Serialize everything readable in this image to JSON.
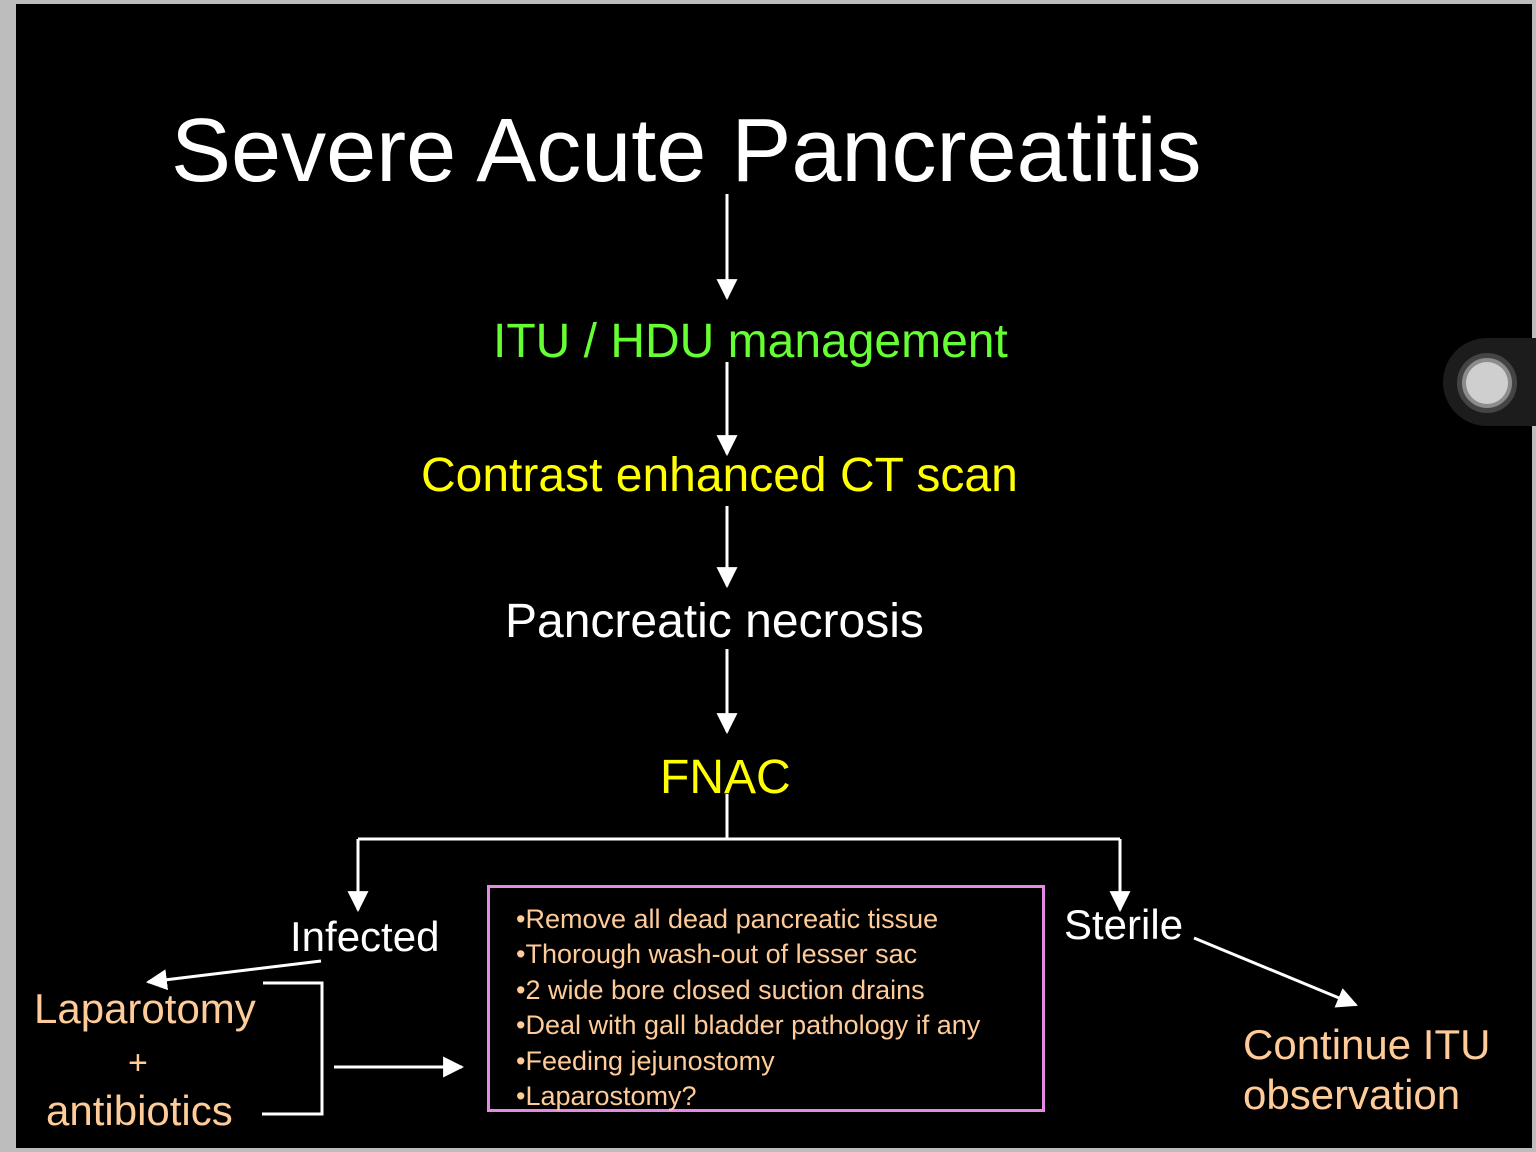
{
  "slide": {
    "title": "Severe Acute Pancreatitis",
    "steps": {
      "itu": "ITU / HDU management",
      "ct": "Contrast enhanced CT scan",
      "necrosis": "Pancreatic necrosis",
      "fnac": "FNAC"
    },
    "branches": {
      "infected": "Infected",
      "sterile": "Sterile"
    },
    "infected_treatment": {
      "line1": "Laparotomy",
      "plus": "+",
      "line2": "antibiotics"
    },
    "surgery_steps": [
      "•Remove all dead pancreatic tissue",
      "•Thorough wash-out of lesser sac",
      "•2 wide bore closed suction drains",
      "•Deal with gall bladder pathology if any",
      "•Feeding jejunostomy",
      "•Laparostomy?"
    ],
    "sterile_outcome": {
      "line1": "Continue ITU",
      "line2": "observation"
    }
  },
  "colors": {
    "background": "#000000",
    "white_text": "#ffffff",
    "green_text": "#66ff33",
    "yellow_text": "#ffff00",
    "peach_text": "#ffcc99",
    "box_border": "#e48ae4"
  }
}
